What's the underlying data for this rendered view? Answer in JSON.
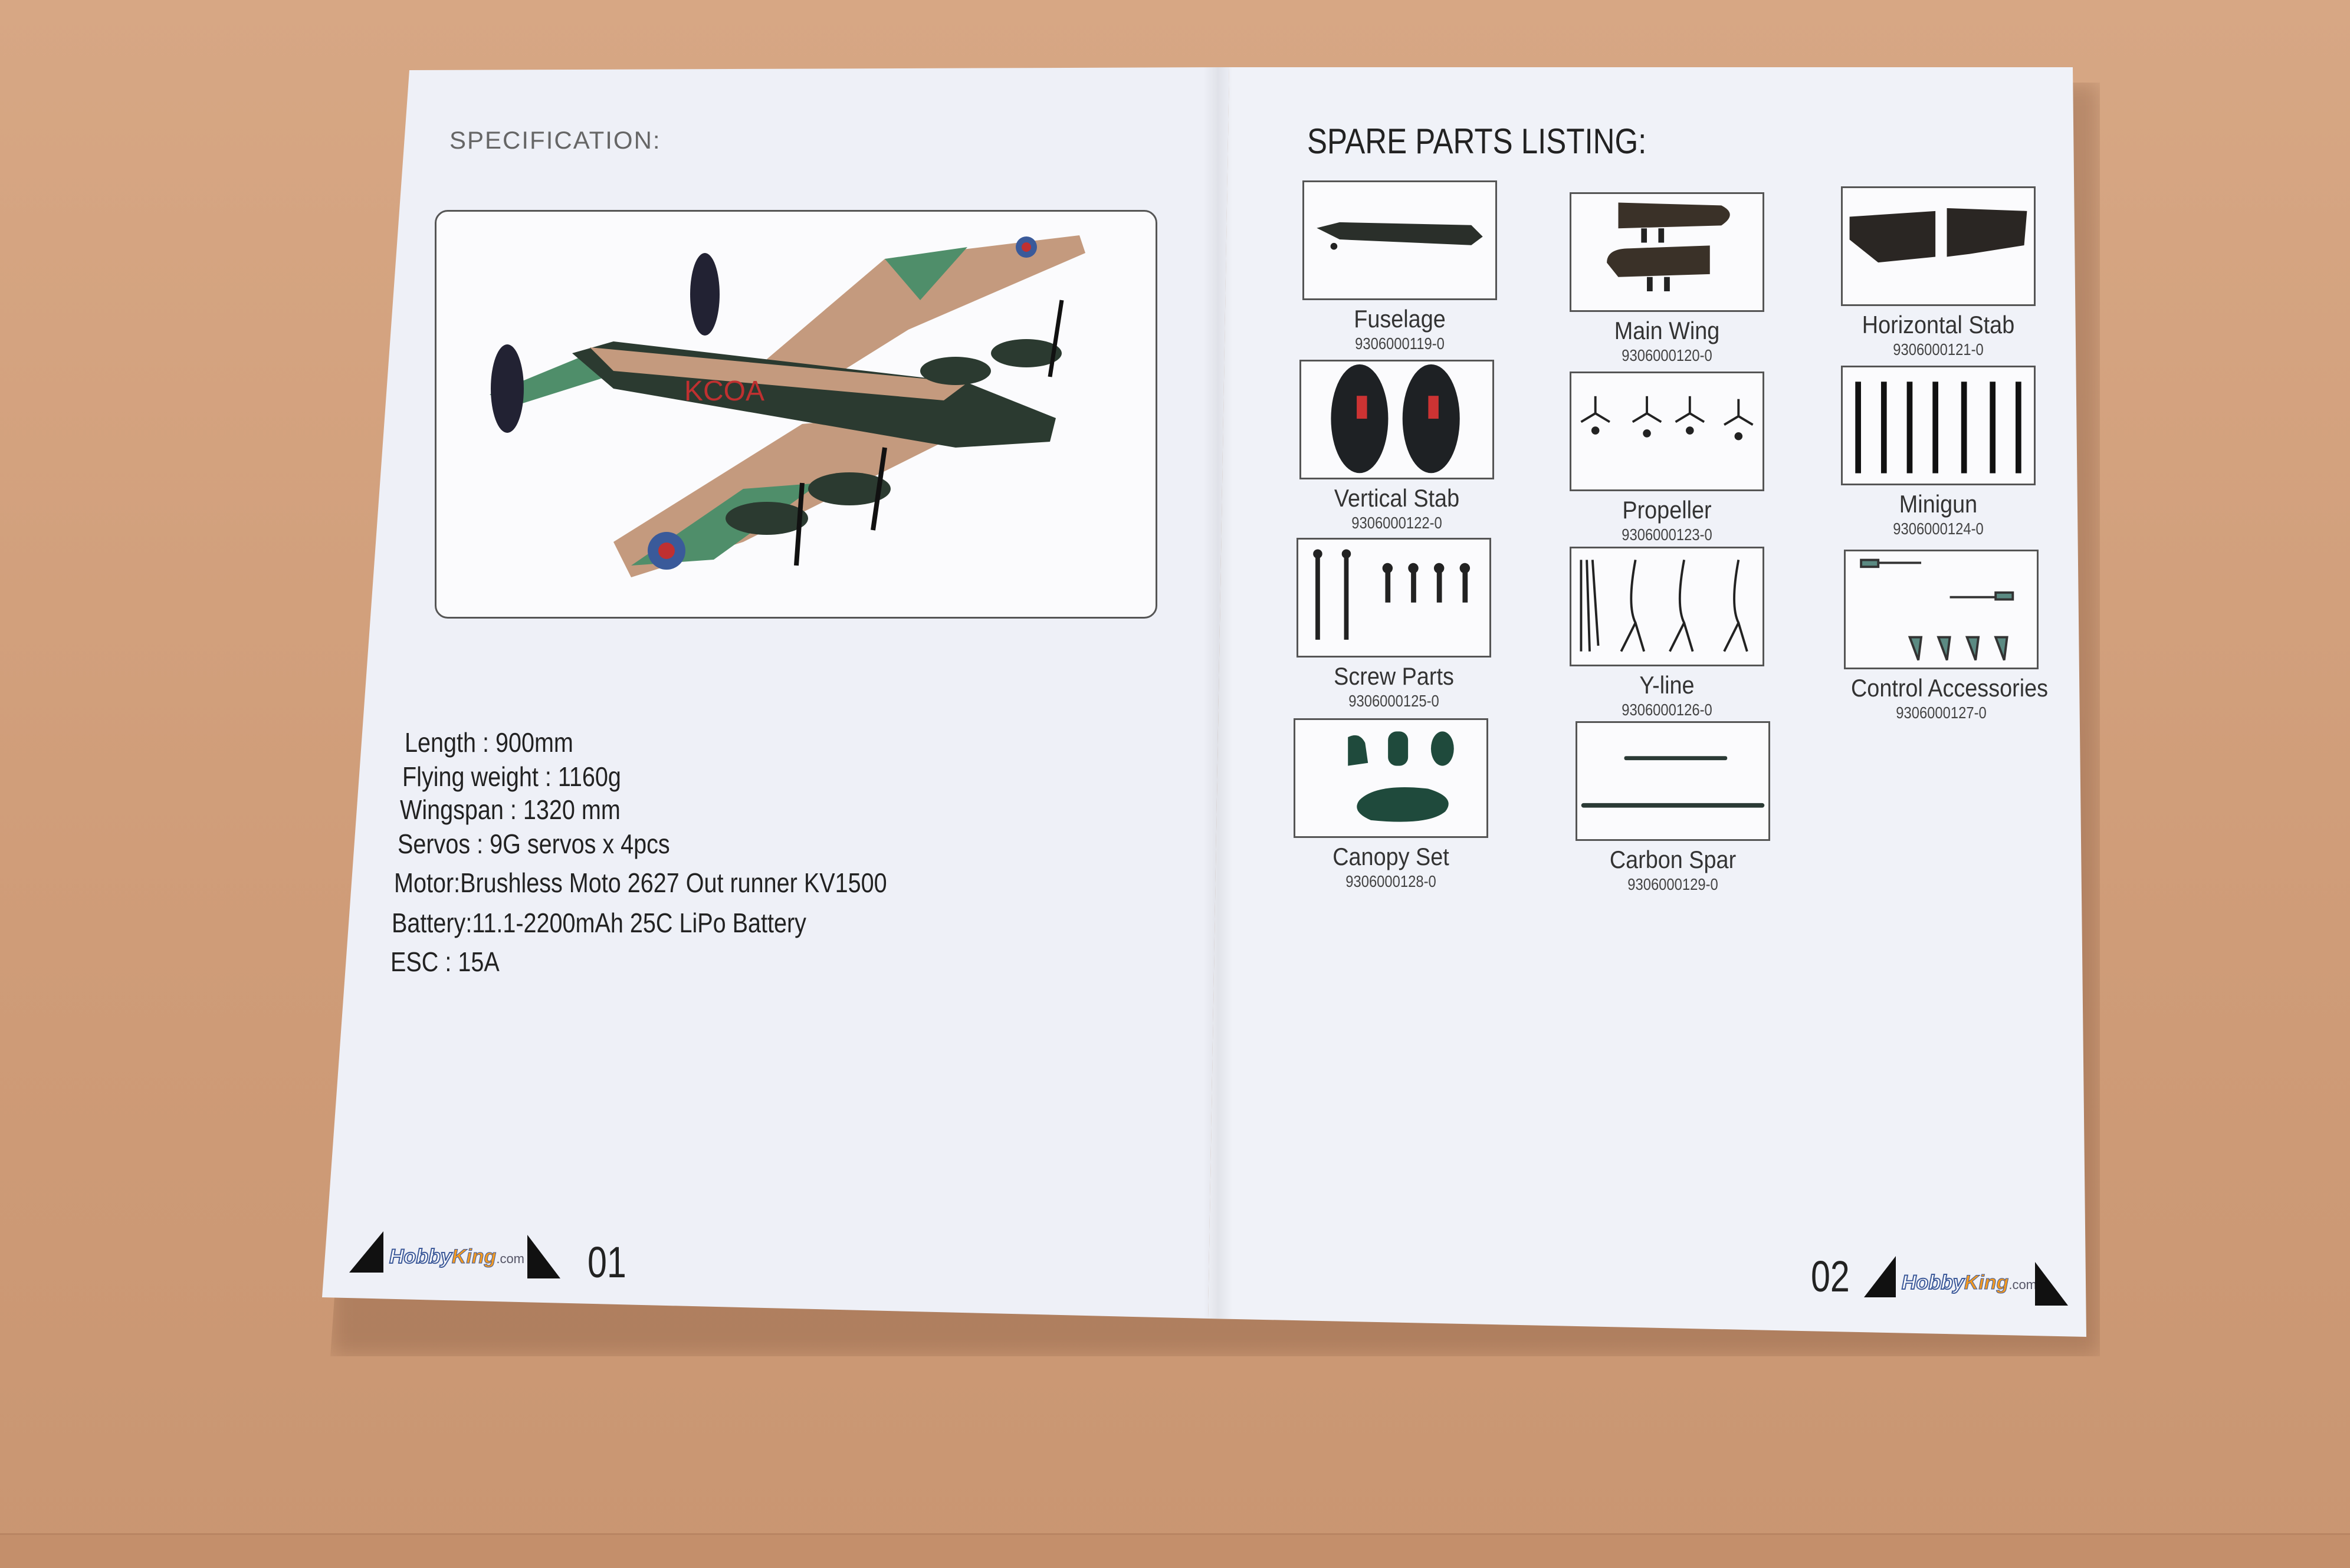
{
  "left_page": {
    "title": "SPECIFICATION:",
    "plane_markings": "KCOA",
    "specs": [
      "Length : 900mm",
      "Flying weight : 1160g",
      "Wingspan : 1320 mm",
      "Servos : 9G  servos x 4pcs",
      "Motor:Brushless  Moto  2627 Out runner  KV1500",
      "Battery:11.1-2200mAh  25C  LiPo  Battery",
      "ESC : 15A"
    ],
    "logo": {
      "hobby": "Hobby",
      "king": "King",
      "suffix": ".com"
    },
    "page_number": "01"
  },
  "right_page": {
    "title": "SPARE PARTS LISTING:",
    "parts": [
      {
        "name": "Fuselage",
        "number": "9306000119-0",
        "icon": "fuselage"
      },
      {
        "name": "Main Wing",
        "number": "9306000120-0",
        "icon": "main-wing"
      },
      {
        "name": "Horizontal Stab",
        "number": "9306000121-0",
        "icon": "horizontal-stab"
      },
      {
        "name": "Vertical Stab",
        "number": "9306000122-0",
        "icon": "vertical-stab"
      },
      {
        "name": "Propeller",
        "number": "9306000123-0",
        "icon": "propeller"
      },
      {
        "name": "Minigun",
        "number": "9306000124-0",
        "icon": "minigun"
      },
      {
        "name": "Screw Parts",
        "number": "9306000125-0",
        "icon": "screws"
      },
      {
        "name": "Y-line",
        "number": "9306000126-0",
        "icon": "y-cable"
      },
      {
        "name": "Control Accessories",
        "number": "9306000127-0",
        "icon": "control-accessories"
      },
      {
        "name": "Canopy Set",
        "number": "9306000128-0",
        "icon": "canopy"
      },
      {
        "name": "Carbon Spar",
        "number": "9306000129-0",
        "icon": "carbon-spar"
      }
    ],
    "logo": {
      "hobby": "Hobby",
      "king": "King",
      "suffix": ".com"
    },
    "page_number": "02"
  },
  "colors": {
    "cardboard": "#d2a07c",
    "paper": "#eef0f7",
    "camo_green": "#4f8e6a",
    "camo_tan": "#c49a7e",
    "logo_orange": "#f29a23",
    "logo_blue": "#3d5a9a"
  }
}
